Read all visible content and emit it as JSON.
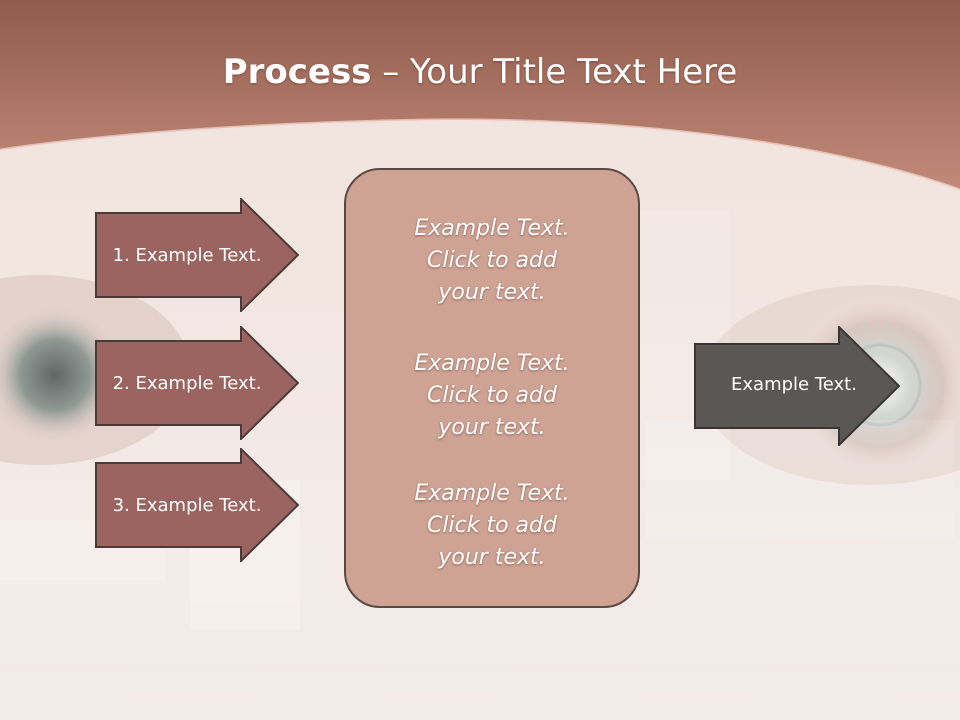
{
  "slide": {
    "title_bold": "Process",
    "title_rest": " – Your Title Text Here"
  },
  "left_arrows": [
    {
      "label": "1. Example Text."
    },
    {
      "label": "2. Example Text."
    },
    {
      "label": "3. Example Text."
    }
  ],
  "center_blocks": [
    {
      "line1": "Example Text.",
      "line2": "Click  to add",
      "line3": "your text."
    },
    {
      "line1": "Example Text.",
      "line2": "Click  to add",
      "line3": "your text."
    },
    {
      "line1": "Example Text.",
      "line2": "Click  to add",
      "line3": "your text."
    }
  ],
  "right_arrow": {
    "label": "Example Text."
  },
  "colors": {
    "header": "#b5786a",
    "left_arrow_fill": "#9c6461",
    "center_box_fill": "#cfa394",
    "right_arrow_fill": "#5c5757",
    "outline": "#4a3a38"
  }
}
